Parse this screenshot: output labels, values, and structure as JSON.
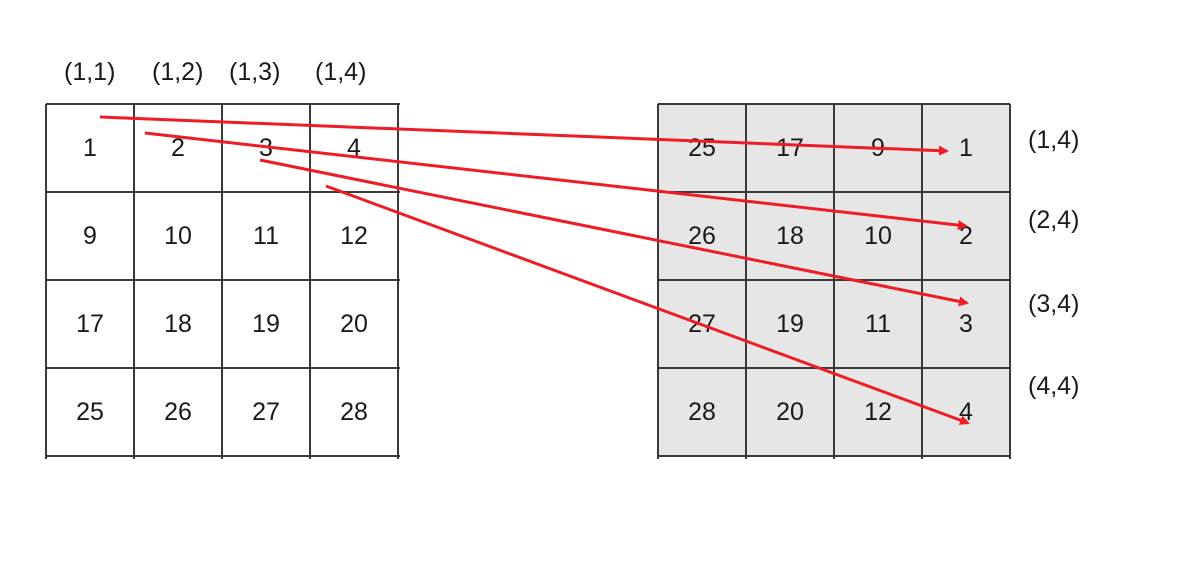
{
  "left_matrix": {
    "column_labels": [
      "(1,1)",
      "(1,2)",
      "(1,3)",
      "(1,4)"
    ],
    "rows": [
      [
        "1",
        "2",
        "3",
        "4"
      ],
      [
        "9",
        "10",
        "11",
        "12"
      ],
      [
        "17",
        "18",
        "19",
        "20"
      ],
      [
        "25",
        "26",
        "27",
        "28"
      ]
    ]
  },
  "right_matrix": {
    "row_labels": [
      "(1,4)",
      "(2,4)",
      "(3,4)",
      "(4,4)"
    ],
    "rows": [
      [
        "25",
        "17",
        "9",
        "1"
      ],
      [
        "26",
        "18",
        "10",
        "2"
      ],
      [
        "27",
        "19",
        "11",
        "3"
      ],
      [
        "28",
        "20",
        "12",
        "4"
      ]
    ],
    "fill_color": "#e6e6e6"
  },
  "arrows": {
    "color": "#ee1c25",
    "mappings": [
      {
        "from": "1",
        "to": "1"
      },
      {
        "from": "2",
        "to": "2"
      },
      {
        "from": "3",
        "to": "3"
      },
      {
        "from": "4",
        "to": "4"
      }
    ]
  }
}
